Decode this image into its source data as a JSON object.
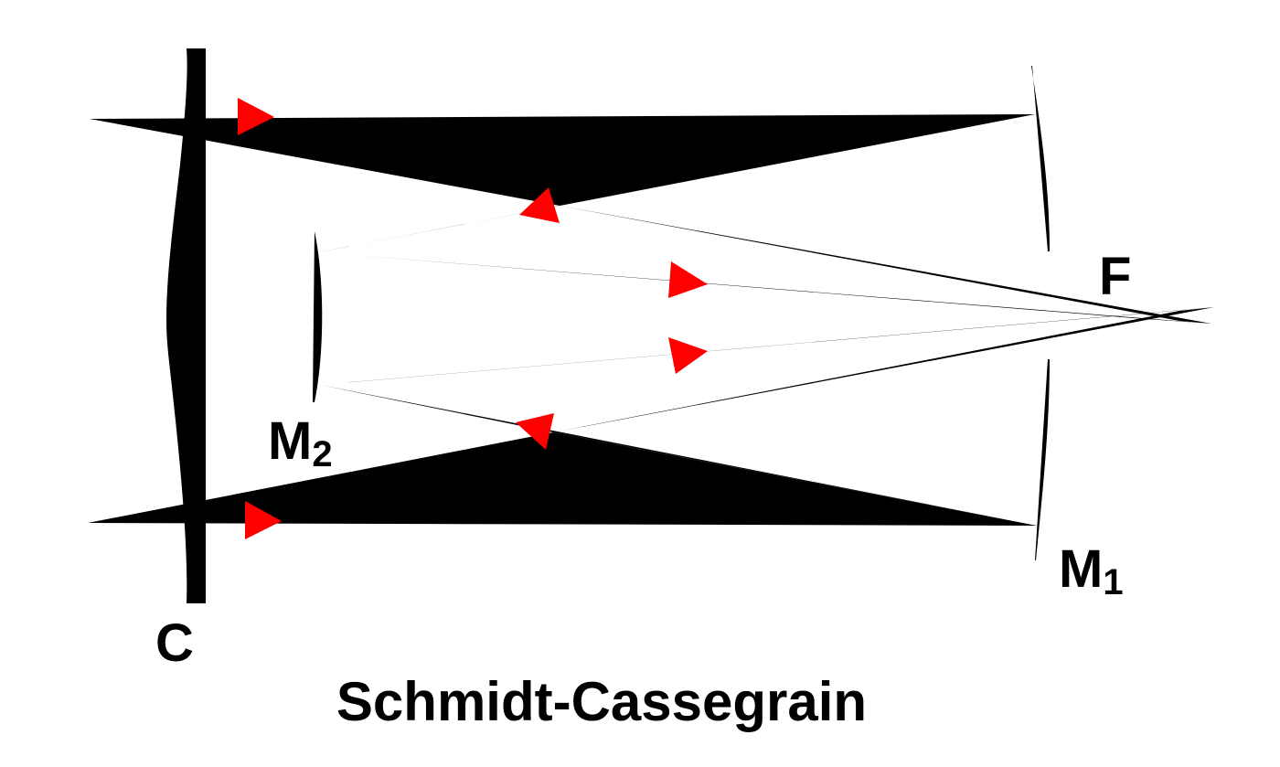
{
  "labels": {
    "corrector": "C",
    "secondary_mirror": "M",
    "secondary_mirror_sub": "2",
    "primary_mirror": "M",
    "primary_mirror_sub": "1",
    "focus": "F"
  },
  "title": "Schmidt-Cassegrain",
  "colors": {
    "beam": "#000000",
    "arrow": "#ff0000",
    "text": "#000000",
    "background": "#ffffff"
  }
}
